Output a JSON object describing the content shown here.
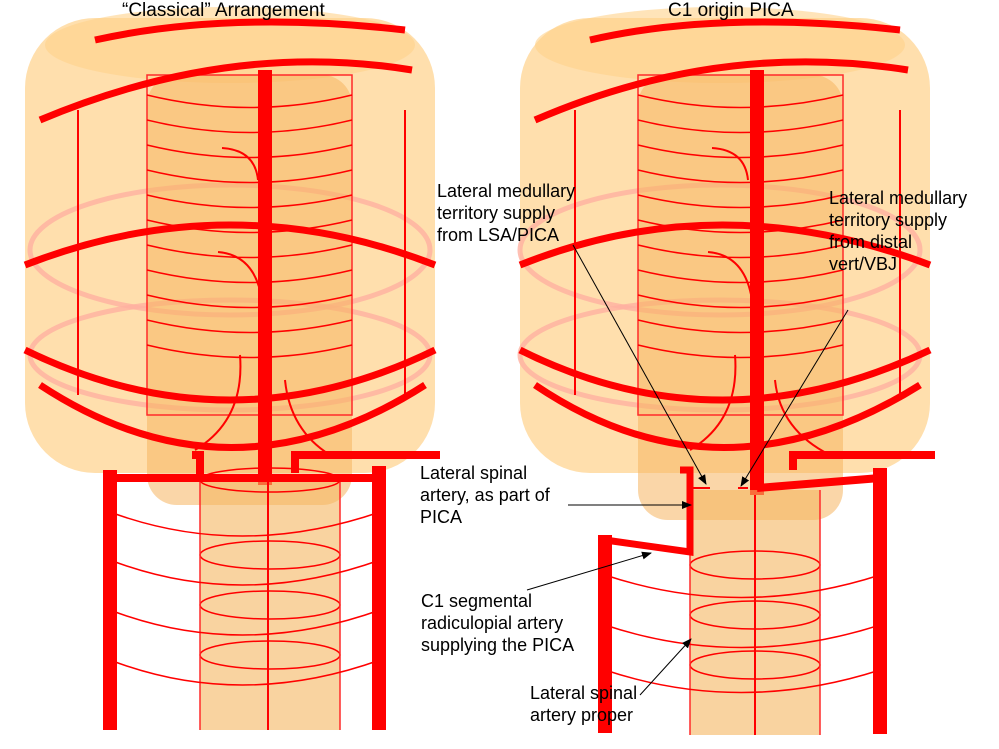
{
  "titles": {
    "left": "“Classical” Arrangement",
    "right": "C1 origin PICA"
  },
  "labels": {
    "lateral_medullary_left": "Lateral medullary\nterritory supply\nfrom LSA/PICA",
    "lateral_medullary_right": "Lateral medullary\nterritory supply\nfrom distal\nvert/VBJ",
    "lateral_spinal_pica": "Lateral spinal\nartery, as part of\nPICA",
    "c1_segmental": "C1 segmental\nradiculopial artery\nsupplying the PICA",
    "lateral_spinal_proper": "Lateral spinal\nartery proper"
  },
  "colors": {
    "vessel": "#ff0000",
    "brainstem_fill": "#ffc46a",
    "cord_fill": "#f5b560",
    "arrow": "#000000"
  }
}
